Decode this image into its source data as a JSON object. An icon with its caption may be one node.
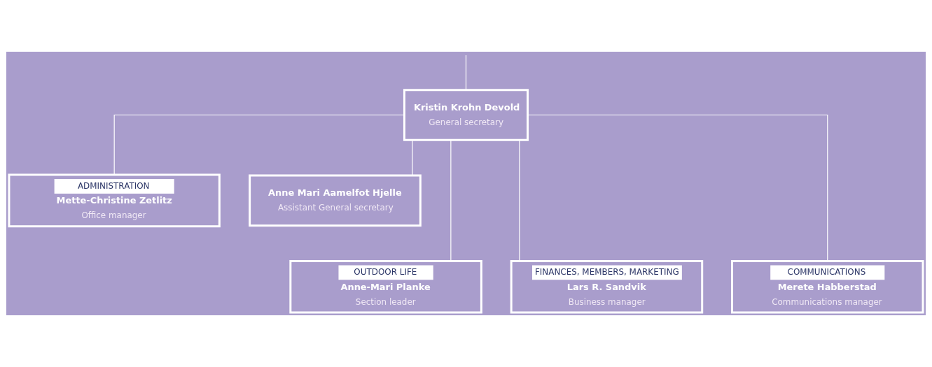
{
  "diagram": {
    "nodes": [
      {
        "text": [
          "Kristin Krohn Devold",
          "General secretary"
        ]
      },
      {
        "text": [
          "ADMINISTRATION",
          "Mette-Christine Zetlitz",
          "Office manager"
        ]
      },
      {
        "text": [
          "Anne Mari Aamelfot Hjelle",
          "Assistant General secretary"
        ]
      },
      {
        "text": [
          "OUTDOOR LIFE",
          "Anne-Mari Planke",
          "Section leader"
        ]
      },
      {
        "text": [
          "FINANCES, MEMBERS, MARKETING",
          "Lars R. Sandvik",
          "Business manager"
        ]
      },
      {
        "text": [
          "COMMUNICATIONS",
          "Merete Habberstad",
          "Communications manager"
        ]
      }
    ],
    "edges": [
      {
        "from": null,
        "to": 0,
        "arrow": "none"
      },
      {
        "from": 0,
        "to": 1,
        "arrow": "none"
      },
      {
        "from": 0,
        "to": 2,
        "arrow": "none"
      },
      {
        "from": 0,
        "to": 3,
        "arrow": "none"
      },
      {
        "from": 0,
        "to": 4,
        "arrow": "none"
      },
      {
        "from": 0,
        "to": 5,
        "arrow": "none"
      }
    ]
  }
}
